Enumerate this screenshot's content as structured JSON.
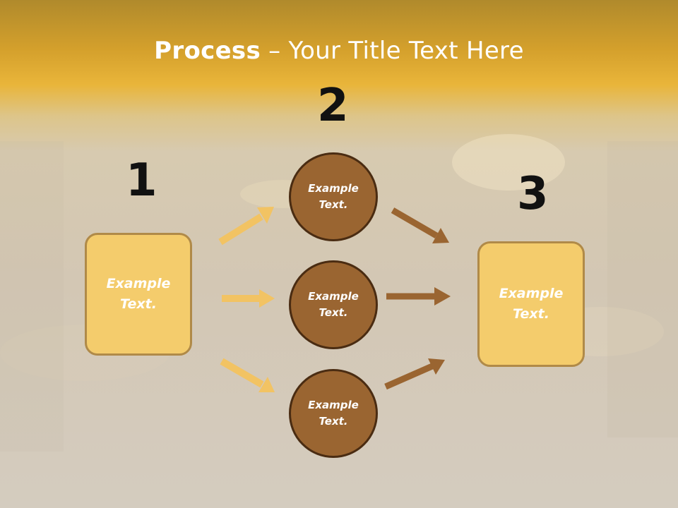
{
  "slide": {
    "title_bold": "Process",
    "title_rest": " – Your Title Text Here"
  },
  "steps": {
    "n1": "1",
    "n2": "2",
    "n3": "3"
  },
  "left_box": {
    "label": "Example\nText."
  },
  "right_box": {
    "label": "Example\nText."
  },
  "circles": [
    {
      "label": "Example\nText."
    },
    {
      "label": "Example\nText."
    },
    {
      "label": "Example\nText."
    }
  ],
  "colors": {
    "box_fill": "#f4cc6c",
    "circle_fill": "#9a6531",
    "arrow_light": "#f2c363",
    "arrow_dark": "#9a6531"
  }
}
